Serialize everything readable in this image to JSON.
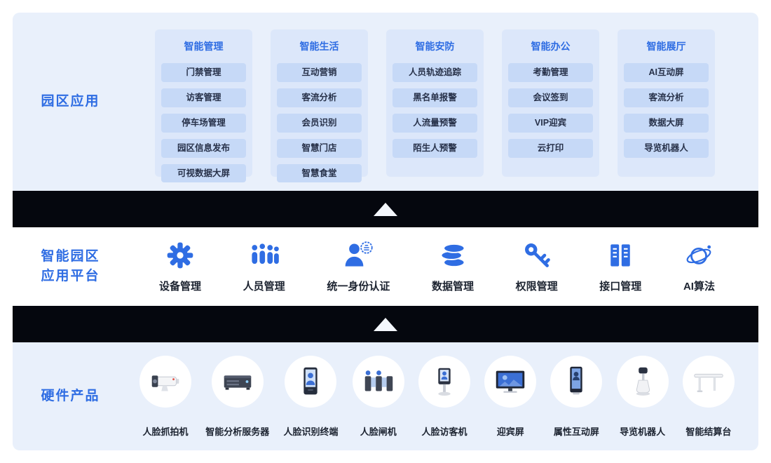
{
  "colors": {
    "accent_blue": "#2f6de3",
    "section_bg": "#e9f0fb",
    "panel_bg": "#dce7fa",
    "chip_bg": "#c6d9f7",
    "chip_text": "#273149",
    "band_bg": "#05070e",
    "arrow": "#f4f7fd"
  },
  "applications": {
    "label": "园区应用",
    "columns": [
      {
        "title": "智能管理",
        "items": [
          "门禁管理",
          "访客管理",
          "停车场管理",
          "园区信息发布",
          "可视数据大屏"
        ]
      },
      {
        "title": "智能生活",
        "items": [
          "互动营销",
          "客流分析",
          "会员识别",
          "智慧门店",
          "智慧食堂"
        ]
      },
      {
        "title": "智能安防",
        "items": [
          "人员轨迹追踪",
          "黑名单报警",
          "人流量预警",
          "陌生人预警"
        ]
      },
      {
        "title": "智能办公",
        "items": [
          "考勤管理",
          "会议签到",
          "VIP迎宾",
          "云打印"
        ]
      },
      {
        "title": "智能展厅",
        "items": [
          "AI互动屏",
          "客流分析",
          "数据大屏",
          "导览机器人"
        ]
      }
    ]
  },
  "platform": {
    "label_line1": "智能园区",
    "label_line2": "应用平台",
    "items": [
      {
        "label": "设备管理",
        "icon": "gear-icon"
      },
      {
        "label": "人员管理",
        "icon": "people-group-icon"
      },
      {
        "label": "统一身份认证",
        "icon": "identity-auth-icon"
      },
      {
        "label": "数据管理",
        "icon": "database-icon"
      },
      {
        "label": "权限管理",
        "icon": "key-icon"
      },
      {
        "label": "接口管理",
        "icon": "interface-ports-icon"
      },
      {
        "label": "AI算法",
        "icon": "planet-icon"
      }
    ]
  },
  "hardware": {
    "label": "硬件产品",
    "items": [
      {
        "label": "人脸抓拍机",
        "icon": "face-capture-camera-image"
      },
      {
        "label": "智能分析服务器",
        "icon": "analysis-server-image"
      },
      {
        "label": "人脸识别终端",
        "icon": "face-recognition-terminal-image"
      },
      {
        "label": "人脸闸机",
        "icon": "face-gate-image"
      },
      {
        "label": "人脸访客机",
        "icon": "face-visitor-kiosk-image"
      },
      {
        "label": "迎宾屏",
        "icon": "welcome-screen-image"
      },
      {
        "label": "属性互动屏",
        "icon": "interactive-screen-image"
      },
      {
        "label": "导览机器人",
        "icon": "guide-robot-image"
      },
      {
        "label": "智能结算台",
        "icon": "smart-checkout-image"
      }
    ]
  }
}
